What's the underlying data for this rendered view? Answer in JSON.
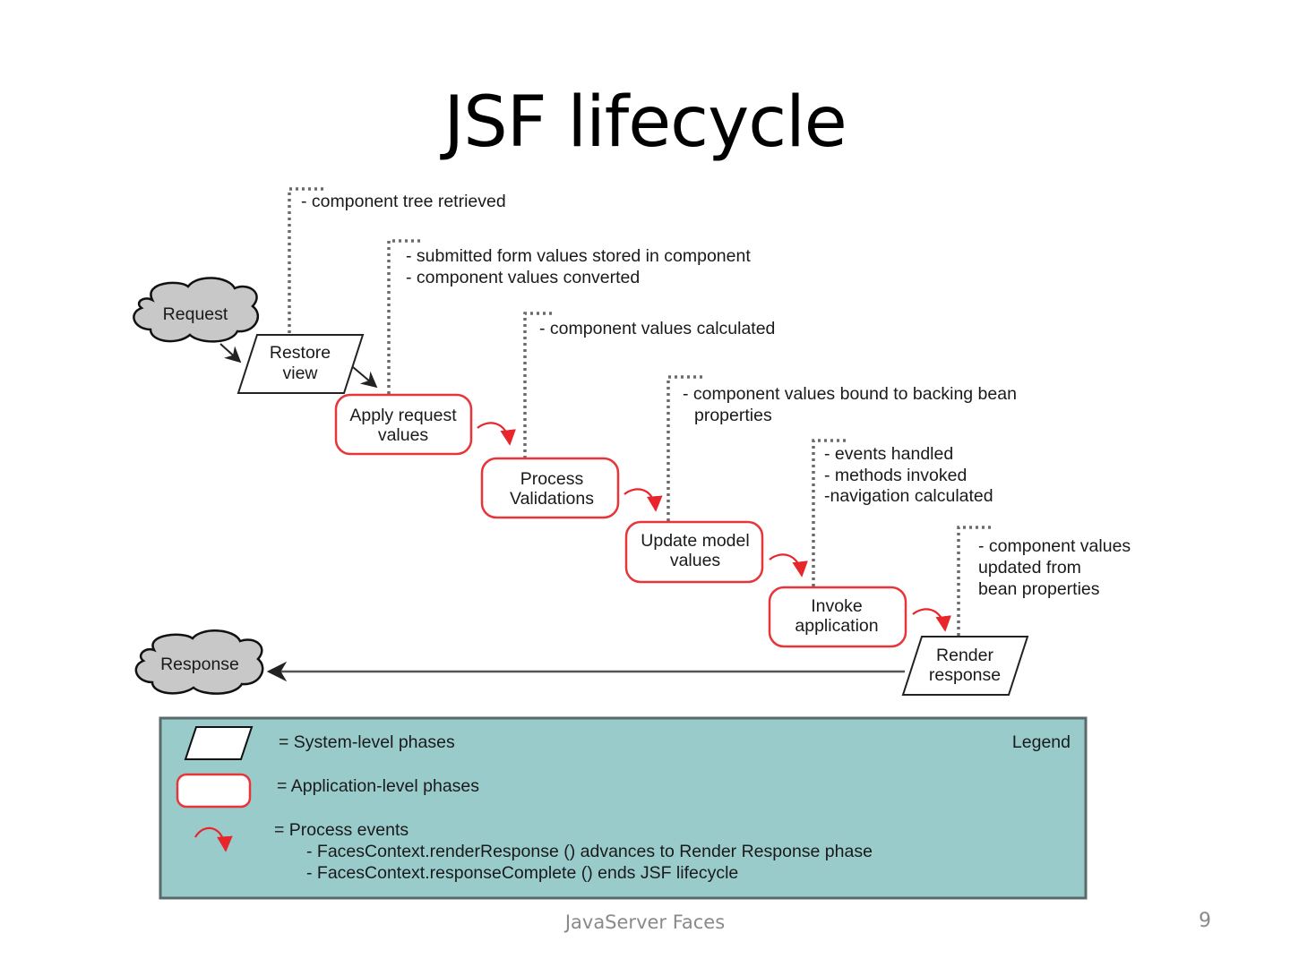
{
  "slide": {
    "title": "JSF lifecycle",
    "footer": "JavaServer Faces",
    "page_number": "9"
  },
  "diagram": {
    "request": "Request",
    "response": "Response",
    "phases": [
      {
        "id": "restore-view",
        "type": "system",
        "lines": [
          "Restore",
          "view"
        ],
        "notes": [
          "- component tree retrieved"
        ]
      },
      {
        "id": "apply-request-values",
        "type": "application",
        "lines": [
          "Apply request",
          "values"
        ],
        "notes": [
          "- submitted form values stored in component",
          "- component values converted"
        ]
      },
      {
        "id": "process-validations",
        "type": "application",
        "lines": [
          "Process",
          "Validations"
        ],
        "notes": [
          "- component values calculated"
        ]
      },
      {
        "id": "update-model-values",
        "type": "application",
        "lines": [
          "Update model",
          "values"
        ],
        "notes": [
          "- component values bound to backing bean",
          "  properties"
        ]
      },
      {
        "id": "invoke-application",
        "type": "application",
        "lines": [
          "Invoke",
          "application"
        ],
        "notes": [
          "- events handled",
          "- methods invoked",
          "-navigation calculated"
        ]
      },
      {
        "id": "render-response",
        "type": "system",
        "lines": [
          "Render",
          "response"
        ],
        "notes": [
          "- component values",
          "updated from",
          "bean properties"
        ]
      }
    ],
    "colors": {
      "app_border": "#e8353a",
      "event_arrow": "#e8252a",
      "cloud_fill": "#c8c8c8",
      "legend_bg": "#99cbcb",
      "legend_border": "#5a6a6a",
      "dotted": "#6b6b6b"
    }
  },
  "legend": {
    "title": "Legend",
    "system": "= System-level phases",
    "application": "= Application-level phases",
    "events": "= Process events",
    "events_detail": [
      "- FacesContext.renderResponse () advances to Render Response phase",
      "- FacesContext.responseComplete () ends JSF lifecycle"
    ]
  }
}
